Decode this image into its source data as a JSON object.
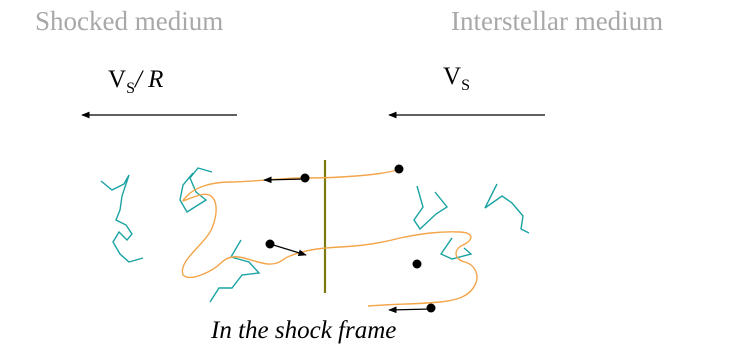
{
  "labels": {
    "shocked_medium": "Shocked medium",
    "interstellar_medium": "Interstellar medium",
    "velocity_left_main": "V",
    "velocity_left_sub": "S",
    "velocity_left_suffix": "/ R",
    "velocity_right_main": "V",
    "velocity_right_sub": "S",
    "caption": "In the shock frame"
  },
  "colors": {
    "shock_front": "#7a7a10",
    "particle_path": "#f3a54a",
    "magnetic_turbulence": "#1aa3a3",
    "particle": "#000000",
    "region_text": "#a8a8a8"
  }
}
